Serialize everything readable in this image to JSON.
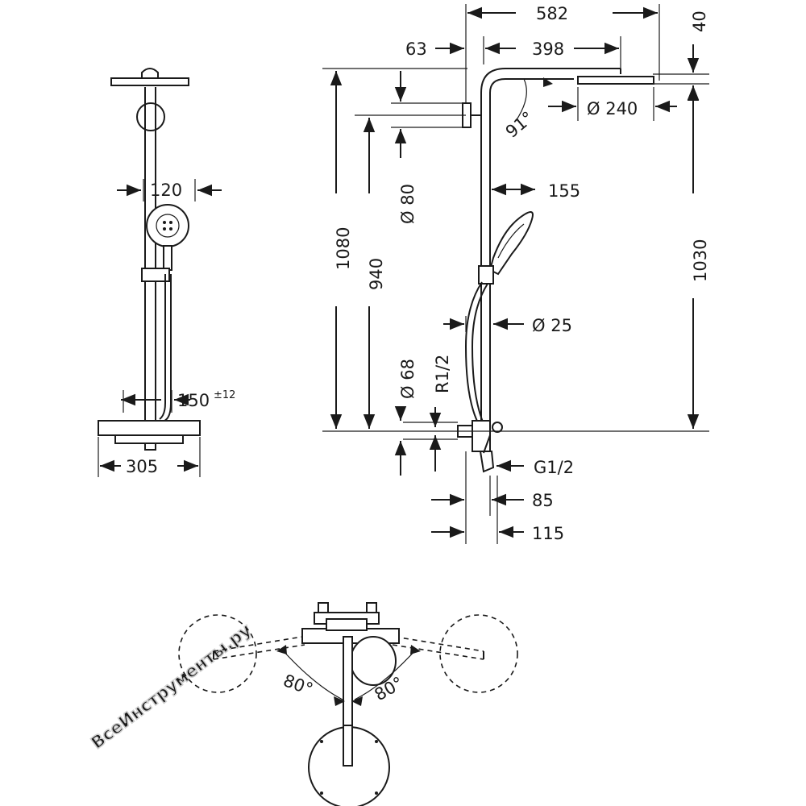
{
  "watermark": "ВсеИнструменты.ру",
  "colors": {
    "line": "#1a1a1a",
    "background": "#ffffff",
    "watermark": "#d0d0d0"
  },
  "dimensions": {
    "d582": "582",
    "d40": "40",
    "d63": "63",
    "d398": "398",
    "d240": "Ø 240",
    "d91": "91°",
    "d80": "Ø 80",
    "d155": "155",
    "d1080": "1080",
    "d940": "940",
    "d1030": "1030",
    "d25": "Ø 25",
    "d68": "Ø 68",
    "r12": "R1/2",
    "g12": "G1/2",
    "d85": "85",
    "d115": "115",
    "d120": "120",
    "d150": "150",
    "d150tol": "±12",
    "d305": "305",
    "angle_left": "80°",
    "angle_right": "80°"
  }
}
